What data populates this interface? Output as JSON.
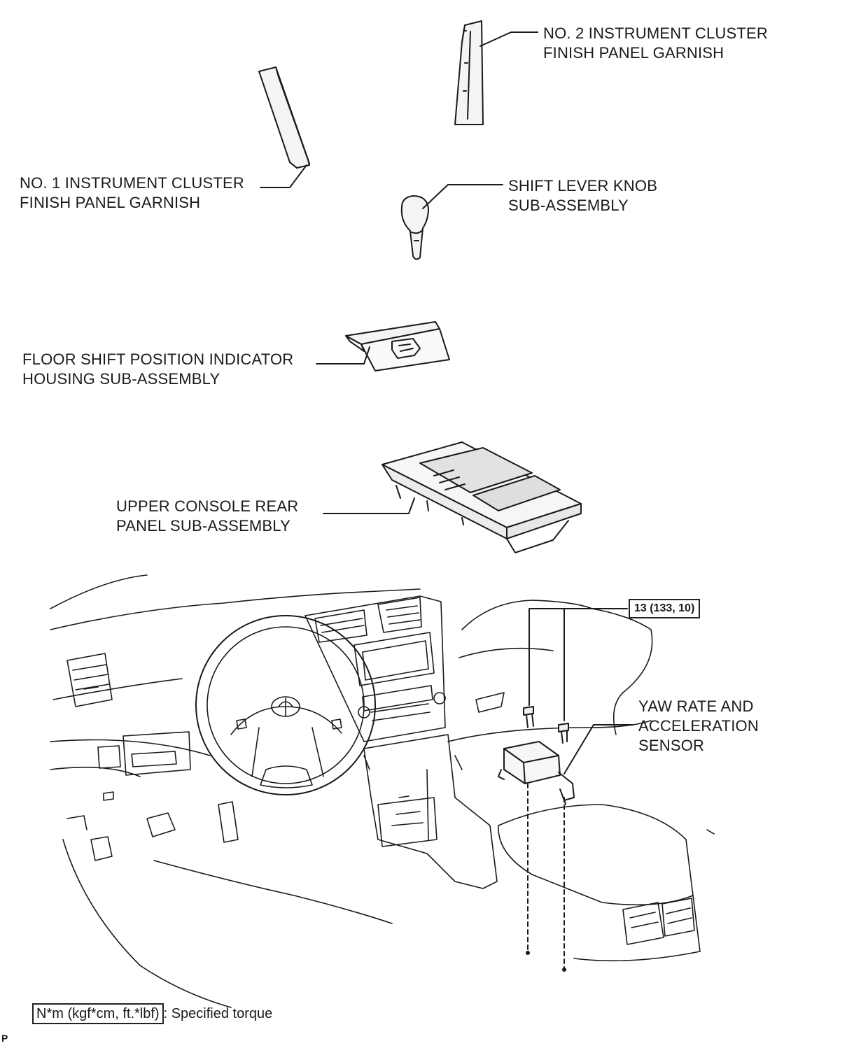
{
  "labels": {
    "no2_garnish": [
      "NO. 2 INSTRUMENT CLUSTER",
      "FINISH PANEL GARNISH"
    ],
    "no1_garnish": [
      "NO. 1 INSTRUMENT CLUSTER",
      "FINISH PANEL GARNISH"
    ],
    "shift_knob": [
      "SHIFT LEVER KNOB",
      "SUB-ASSEMBLY"
    ],
    "indicator_housing": [
      "FLOOR SHIFT POSITION INDICATOR",
      "HOUSING SUB-ASSEMBLY"
    ],
    "console_panel": [
      "UPPER CONSOLE REAR",
      "PANEL SUB-ASSEMBLY"
    ],
    "yaw_sensor": [
      "YAW RATE AND",
      "ACCELERATION",
      "SENSOR"
    ]
  },
  "torque": "13 (133, 10)",
  "legend": {
    "unit": "N*m (kgf*cm, ft.*lbf)",
    "description": ": Specified torque"
  },
  "corner_mark": "P"
}
